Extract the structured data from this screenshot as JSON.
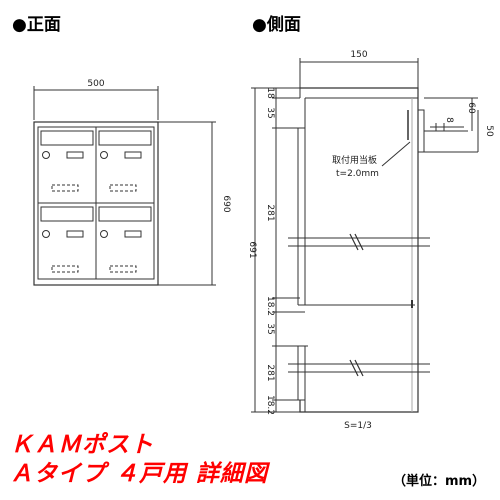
{
  "headings": {
    "front": "●正面",
    "side": "●側面"
  },
  "front_view": {
    "width_label": "500",
    "height_label": "690"
  },
  "side_view": {
    "top_width_label": "150",
    "bracket_label_60": "60",
    "bracket_label_8": "8",
    "bracket_label_50": "50",
    "note_line1": "取付用当板",
    "note_line2": "t=2.0mm",
    "total_height_label": "691",
    "dims": [
      "18",
      "35",
      "281",
      "18.2",
      "35",
      "281",
      "18.2"
    ],
    "scale_label": "S=1/3"
  },
  "title": {
    "line1": "ＫＡＭポスト",
    "line2": "Ａタイプ ４戸用 詳細図"
  },
  "unit_label": "（単位：mm）"
}
